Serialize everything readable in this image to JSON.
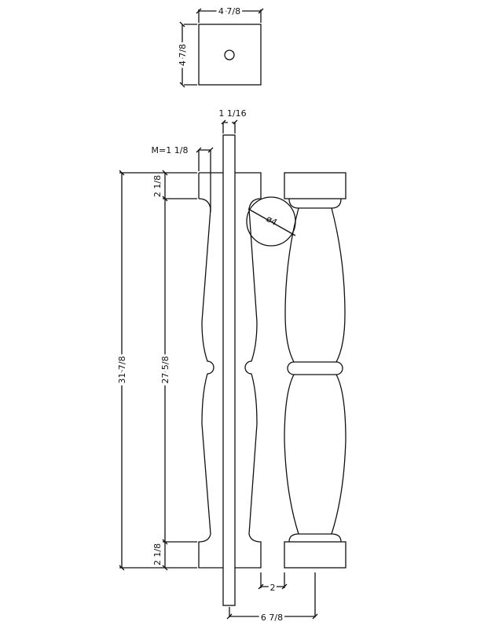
{
  "dimensions": {
    "top_width": "4 7/8",
    "top_depth": "4 7/8",
    "rail_thickness": "1 1/16",
    "margin": "M=1 1/8",
    "overall_height": "31 7/8",
    "turned_height": "27 5/8",
    "top_block": "2 1/8",
    "bottom_block": "2 1/8",
    "sphere_diameter": "ø4",
    "gap": "2",
    "spacing": "6 7/8"
  }
}
